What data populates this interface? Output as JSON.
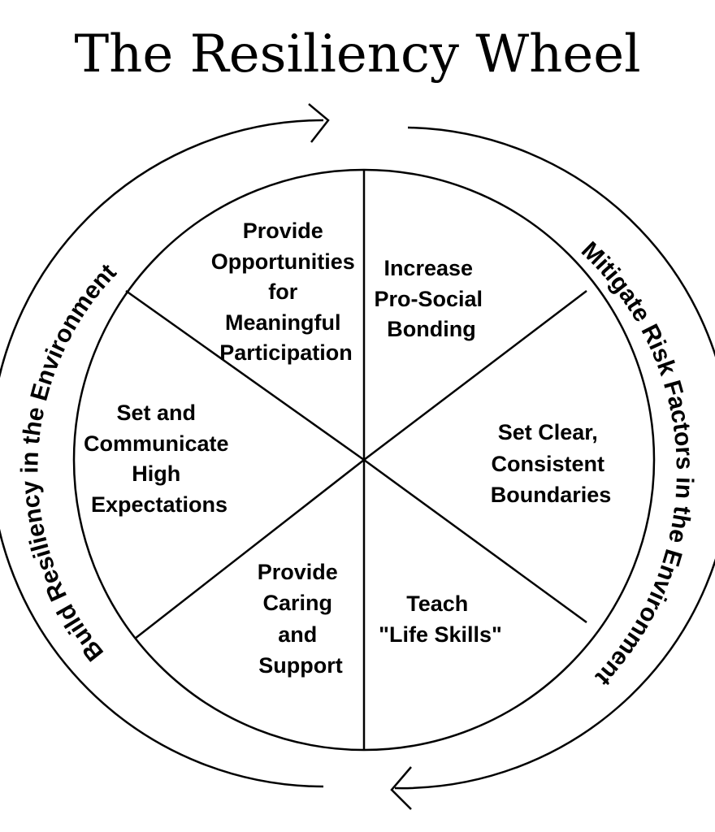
{
  "title": "The Resiliency Wheel",
  "outer_labels": {
    "left": "Build Resiliency in the Environment",
    "right": "Mitigate Risk Factors in the Environment"
  },
  "segments": [
    {
      "id": "participation",
      "lines": [
        "Provide",
        "Opportunities",
        "for",
        "Meaningful",
        "Participation"
      ]
    },
    {
      "id": "bonding",
      "lines": [
        "Increase",
        "Pro-Social",
        "Bonding"
      ]
    },
    {
      "id": "boundaries",
      "lines": [
        "Set Clear,",
        "Consistent",
        "Boundaries"
      ]
    },
    {
      "id": "life-skills",
      "lines": [
        "Teach",
        "\"Life Skills\""
      ]
    },
    {
      "id": "caring",
      "lines": [
        "Provide",
        "Caring",
        "and",
        "Support"
      ]
    },
    {
      "id": "expectations",
      "lines": [
        "Set and",
        "Communicate",
        "High",
        "Expectations"
      ]
    }
  ]
}
